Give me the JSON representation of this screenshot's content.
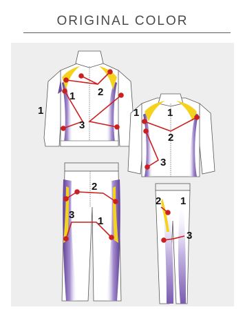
{
  "header": {
    "title": "ORIGINAL COLOR"
  },
  "callouts": {
    "jacket": {
      "label_1a": "1",
      "label_1b": "1",
      "label_2": "2",
      "label_3": "3"
    },
    "vest": {
      "label_1a": "1",
      "label_1b": "1",
      "label_2": "2",
      "label_3": "3"
    },
    "pants": {
      "label_1": "1",
      "label_2": "2",
      "label_3": "3"
    },
    "shorts": {
      "label_1": "1",
      "label_2": "2",
      "label_3": "3"
    }
  },
  "colors": {
    "background": "#eeeeee",
    "garment_base": "#ffffff",
    "accent_yellow": "#f5d21e",
    "accent_purple": "#6a4a9c",
    "accent_lavender": "#b8a6d6",
    "leader_line": "#cc1f1f"
  }
}
